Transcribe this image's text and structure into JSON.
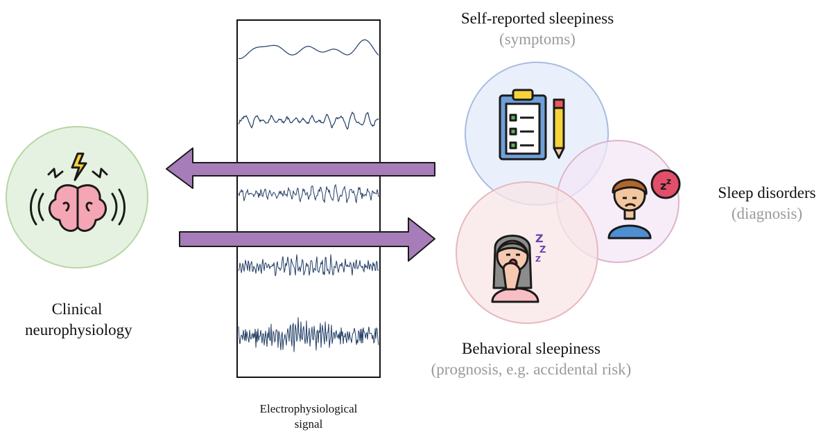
{
  "labels": {
    "clinical_line1": "Clinical",
    "clinical_line2": "neurophysiology",
    "signal_line1": "Electrophysiological",
    "signal_line2": "signal",
    "self_reported_title": "Self-reported sleepiness",
    "self_reported_sub": "(symptoms)",
    "sleep_disorders_title": "Sleep disorders",
    "sleep_disorders_sub": "(diagnosis)",
    "behavioral_title": "Behavioral sleepiness",
    "behavioral_sub": "(prognosis, e.g. accidental risk)"
  },
  "icons": {
    "left_circle": "brain-lightning-icon",
    "top_circle": "clipboard-pencil-icon",
    "right_circle": "sleepy-boy-icon",
    "bottom_circle": "yawning-woman-icon"
  },
  "colors": {
    "arrow_fill": "#a67db8",
    "left_circle_fill": "#e6f2e1",
    "left_circle_stroke": "#b6d6a4",
    "blue_circle_fill": "#e6edfa",
    "blue_circle_stroke": "#a9bce0",
    "purple_circle_fill": "#f3e7f7",
    "purple_circle_stroke": "#dcb4c9",
    "pink_circle_fill": "#f8e5e7",
    "pink_circle_stroke": "#e7b8be",
    "waveform": "#1f3b63"
  }
}
